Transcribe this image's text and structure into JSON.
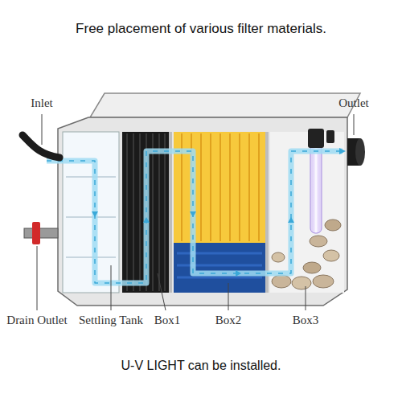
{
  "diagram": {
    "title": "Free placement of various filter materials.",
    "caption": "U-V LIGHT can be installed.",
    "labels": [
      "Inlet",
      "Outlet",
      "Drain Outlet",
      "Settling Tank",
      "Box1",
      "Box2",
      "Box3"
    ]
  }
}
